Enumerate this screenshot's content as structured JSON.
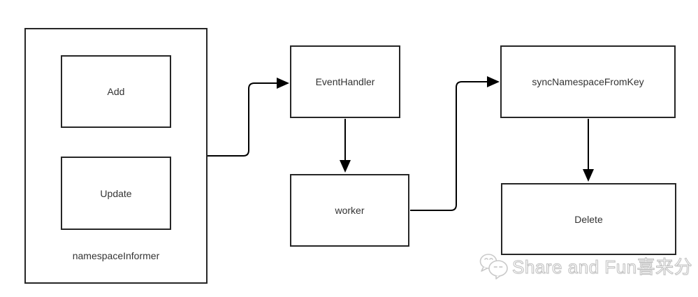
{
  "diagram": {
    "group": {
      "label": "namespaceInformer"
    },
    "nodes": {
      "add": {
        "label": "Add"
      },
      "update": {
        "label": "Update"
      },
      "event_handler": {
        "label": "EventHandler"
      },
      "worker": {
        "label": "worker"
      },
      "sync_namespace_from_key": {
        "label": "syncNamespaceFromKey"
      },
      "delete": {
        "label": "Delete"
      }
    },
    "edges": [
      {
        "from": "namespaceInformer",
        "to": "EventHandler"
      },
      {
        "from": "EventHandler",
        "to": "worker"
      },
      {
        "from": "worker",
        "to": "syncNamespaceFromKey"
      },
      {
        "from": "syncNamespaceFromKey",
        "to": "Delete"
      }
    ],
    "colors": {
      "box_border": "#262626",
      "arrow": "#000000",
      "background": "#ffffff",
      "label_text": "#333333"
    }
  },
  "watermark": {
    "icon": "wechat-chat-bubbles-icon",
    "text": "Share and Fun喜来分",
    "color": "#c0c0c0"
  }
}
